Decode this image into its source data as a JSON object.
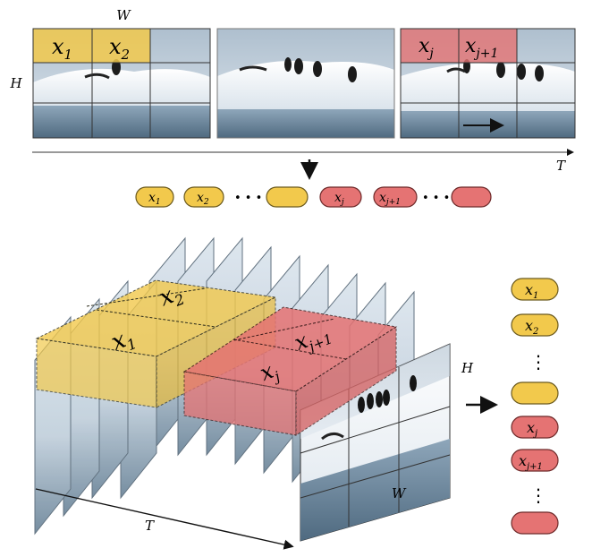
{
  "labels": {
    "width": "W",
    "height": "H",
    "time": "T"
  },
  "top_tokens": {
    "x1": "x",
    "x1_sub": "1",
    "x2": "x",
    "x2_sub": "2",
    "xj": "x",
    "xj_sub": "j",
    "xj1": "x",
    "xj1_sub": "j+1"
  },
  "sequence_row": {
    "t1": "x",
    "t1_sub": "1",
    "t2": "x",
    "t2_sub": "2",
    "ellipsis": "• • •",
    "tj": "x",
    "tj_sub": "j",
    "tj1": "x",
    "tj1_sub": "j+1"
  },
  "cube_tokens": {
    "x1": "x",
    "x1_sub": "1",
    "x2": "x",
    "x2_sub": "2",
    "xj": "x",
    "xj_sub": "j",
    "xj1": "x",
    "xj1_sub": "j+1"
  },
  "sequence_column": {
    "t1": "x",
    "t1_sub": "1",
    "t2": "x",
    "t2_sub": "2",
    "dots": "⋮",
    "tj": "x",
    "tj_sub": "j",
    "tj1": "x",
    "tj1_sub": "j+1"
  },
  "colors": {
    "yellow": "#f2c94c",
    "yellow_stroke": "#8a6d10",
    "red": "#e57373",
    "red_stroke": "#8b2e2e",
    "ice": "#eef3f8",
    "water": "#7f98ad",
    "sky": "#c9d6e2"
  }
}
